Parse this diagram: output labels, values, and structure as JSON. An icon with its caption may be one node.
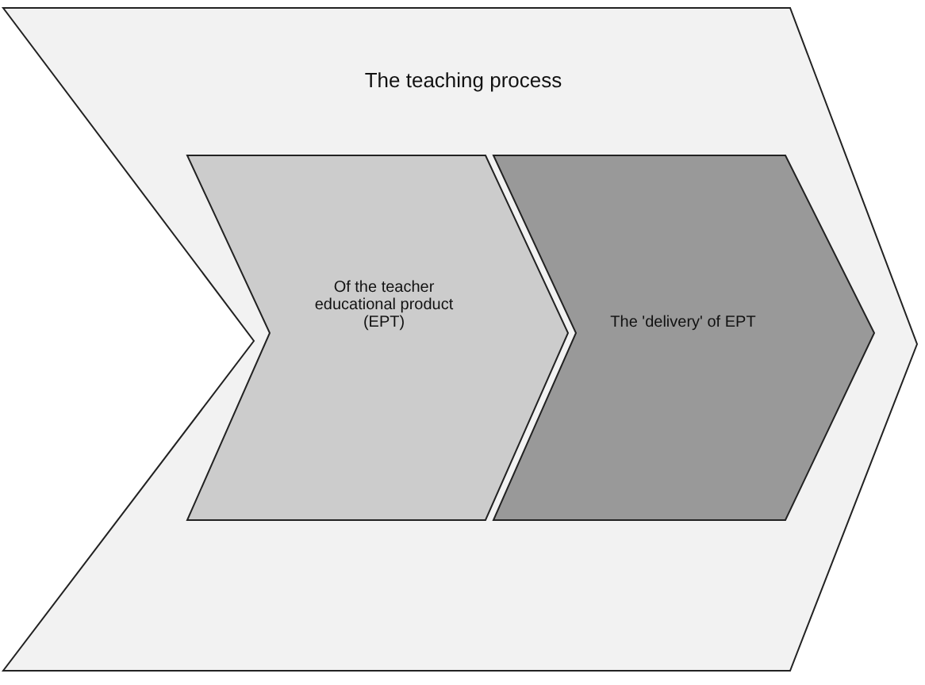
{
  "diagram": {
    "nodes": [
      {
        "text": [
          "The teaching process"
        ]
      },
      {
        "text": [
          "Of the teacher educational product (EPT)"
        ],
        "in": 0
      },
      {
        "text": [
          "The 'delivery' of EPT"
        ],
        "in": 0
      }
    ],
    "edges": []
  }
}
